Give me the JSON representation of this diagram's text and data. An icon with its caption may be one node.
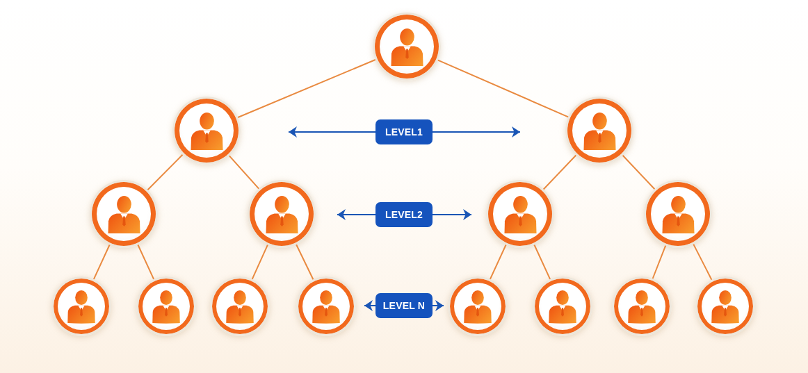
{
  "diagram": {
    "nodes": [
      {
        "text": [],
        "shape": "person"
      },
      {
        "text": [],
        "shape": "person"
      },
      {
        "text": [
          "LEVEL1"
        ]
      },
      {
        "text": [],
        "shape": "person"
      },
      {
        "text": [],
        "shape": "person"
      },
      {
        "text": [],
        "shape": "person"
      },
      {
        "text": [
          "LEVEL2"
        ]
      },
      {
        "text": [],
        "shape": "person"
      },
      {
        "text": [],
        "shape": "person"
      },
      {
        "text": [],
        "shape": "person"
      },
      {
        "text": [],
        "shape": "person"
      },
      {
        "text": [],
        "shape": "person"
      },
      {
        "text": [],
        "shape": "person"
      },
      {
        "text": [
          "LEVEL N"
        ]
      },
      {
        "text": [],
        "shape": "person"
      },
      {
        "text": [],
        "shape": "person"
      },
      {
        "text": [],
        "shape": "person"
      },
      {
        "text": [],
        "shape": "person"
      }
    ],
    "edges": [
      {
        "from": 0,
        "to": 1,
        "arrow": "none"
      },
      {
        "from": 0,
        "to": 3,
        "arrow": "none"
      },
      {
        "from": 1,
        "to": 4,
        "arrow": "none"
      },
      {
        "from": 1,
        "to": 5,
        "arrow": "none"
      },
      {
        "from": 3,
        "to": 7,
        "arrow": "none"
      },
      {
        "from": 3,
        "to": 8,
        "arrow": "none"
      },
      {
        "from": 4,
        "to": 9,
        "arrow": "none"
      },
      {
        "from": 4,
        "to": 10,
        "arrow": "none"
      },
      {
        "from": 5,
        "to": 11,
        "arrow": "none"
      },
      {
        "from": 5,
        "to": 12,
        "arrow": "none"
      },
      {
        "from": 7,
        "to": 14,
        "arrow": "none"
      },
      {
        "from": 7,
        "to": 15,
        "arrow": "none"
      },
      {
        "from": 8,
        "to": 16,
        "arrow": "none"
      },
      {
        "from": 8,
        "to": 17,
        "arrow": "none"
      },
      {
        "from": 2,
        "to": null,
        "arrow": "to",
        "color": "#1a55b5"
      },
      {
        "from": 2,
        "to": null,
        "arrow": "to",
        "color": "#1a55b5"
      },
      {
        "from": 6,
        "to": 5,
        "arrow": "to",
        "color": "#1a55b5"
      },
      {
        "from": 6,
        "to": 7,
        "arrow": "to",
        "color": "#1a55b5"
      },
      {
        "from": 13,
        "to": 12,
        "arrow": "to",
        "color": "#1a55b5"
      },
      {
        "from": 13,
        "to": 14,
        "arrow": "to",
        "color": "#1a55b5"
      }
    ]
  }
}
